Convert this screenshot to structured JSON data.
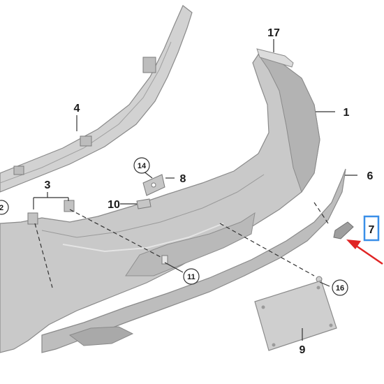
{
  "callouts": {
    "c1": "1",
    "c2": "2",
    "c3": "3",
    "c4": "4",
    "c6": "6",
    "c7": "7",
    "c8": "8",
    "c9": "9",
    "c10": "10",
    "c11": "11",
    "c14": "14",
    "c16": "16",
    "c17": "17"
  },
  "colors": {
    "part_fill": "#c9c9c9",
    "part_light": "#d9d9d9",
    "part_dark": "#a8a8a8",
    "outline": "#8a8a8a",
    "leader": "#333333",
    "highlight_box": "#3a8fe8",
    "arrow": "#e02424"
  }
}
